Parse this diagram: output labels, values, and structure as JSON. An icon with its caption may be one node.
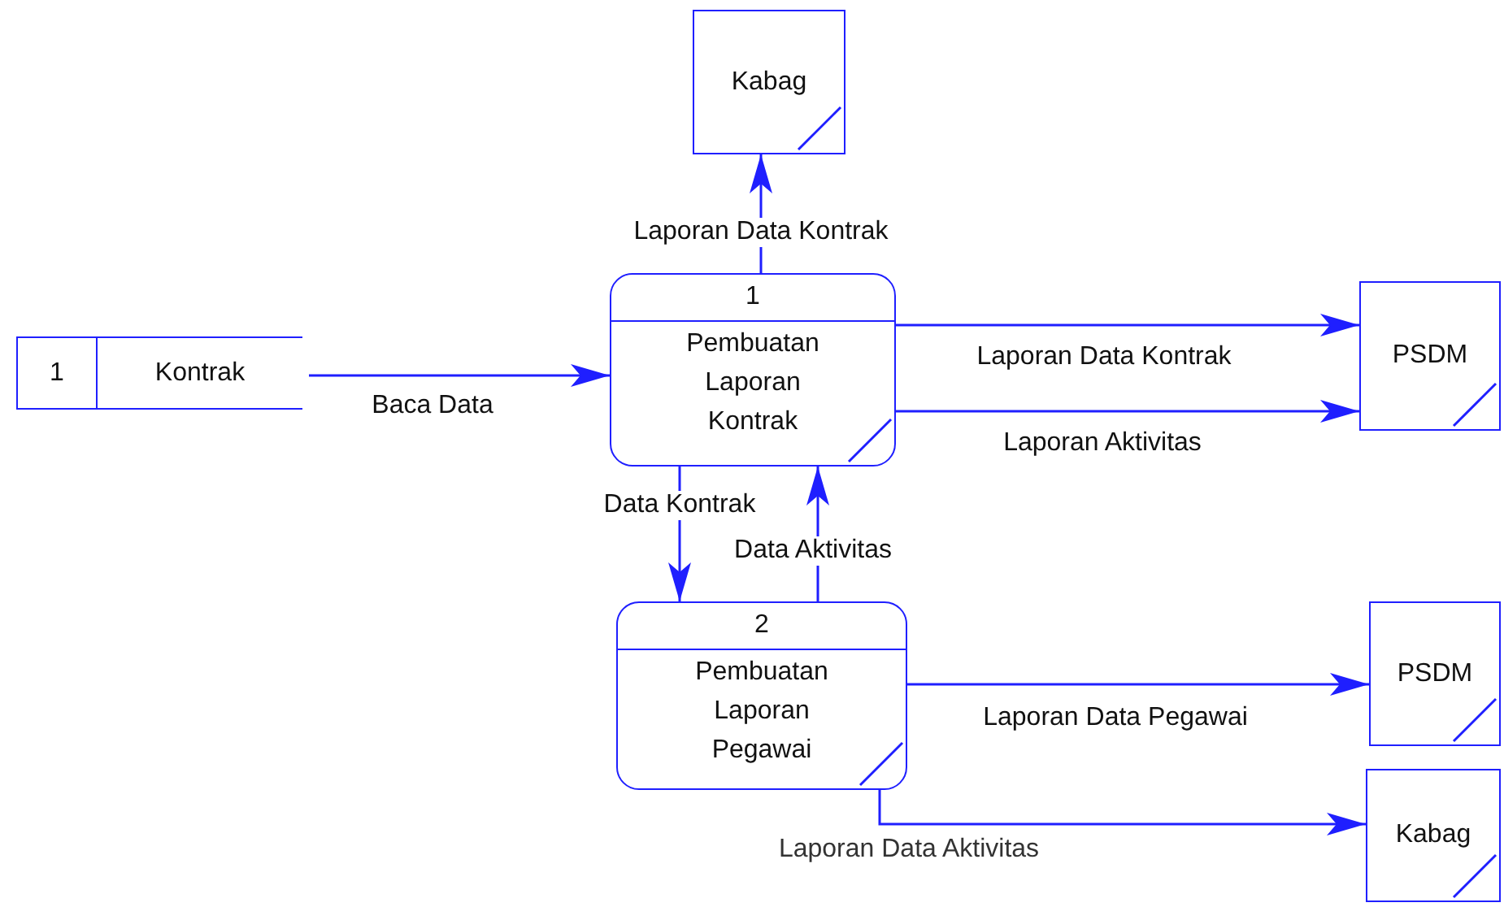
{
  "diagram": {
    "nodes": [
      {
        "text": [
          "Kabag"
        ]
      },
      {
        "text": [
          "1",
          "Kontrak"
        ]
      },
      {
        "text": [
          "1",
          "Pembuatan Laporan Kontrak"
        ]
      },
      {
        "text": [
          "PSDM"
        ]
      },
      {
        "text": [
          "2",
          "Pembuatan Laporan Pegawai"
        ]
      },
      {
        "text": [
          "PSDM"
        ]
      },
      {
        "text": [
          "Kabag"
        ]
      }
    ],
    "edges": [
      {
        "from": 2,
        "to": 0,
        "arrow": "to",
        "label": "Laporan Data Kontrak"
      },
      {
        "from": 1,
        "to": 2,
        "arrow": "to",
        "label": "Baca Data"
      },
      {
        "from": 2,
        "to": 3,
        "arrow": "to",
        "label": "Laporan Data Kontrak"
      },
      {
        "from": 2,
        "to": 3,
        "arrow": "to",
        "label": "Laporan Aktivitas"
      },
      {
        "from": 2,
        "to": 4,
        "arrow": "to",
        "label": "Data Kontrak"
      },
      {
        "from": 4,
        "to": 2,
        "arrow": "to",
        "label": "Data Aktivitas"
      },
      {
        "from": 4,
        "to": 5,
        "arrow": "to",
        "label": "Laporan Data Pegawai"
      },
      {
        "from": 4,
        "to": 6,
        "arrow": "to",
        "label": "Laporan Data Aktivitas"
      }
    ]
  }
}
